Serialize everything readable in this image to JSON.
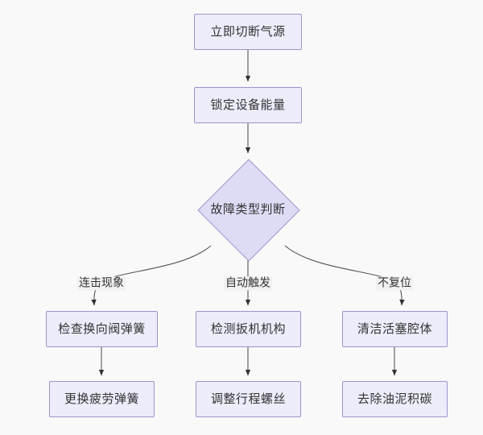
{
  "diagram": {
    "type": "flowchart",
    "direction": "top-down",
    "background_color": "#f9f9f9",
    "node_fill_color": "#ececfb",
    "decision_fill_color": "#dedcf5",
    "node_border_color": "#9f93cd",
    "edge_color": "#333333",
    "text_color": "#333333",
    "nodes": [
      {
        "id": "n1",
        "label": "立即切断气源",
        "shape": "rectangle"
      },
      {
        "id": "n2",
        "label": "锁定设备能量",
        "shape": "rectangle"
      },
      {
        "id": "n3",
        "label": "故障类型判断",
        "shape": "diamond"
      },
      {
        "id": "n4",
        "label": "检查换向阀弹簧",
        "shape": "rectangle"
      },
      {
        "id": "n5",
        "label": "检测扳机机构",
        "shape": "rectangle"
      },
      {
        "id": "n6",
        "label": "清洁活塞腔体",
        "shape": "rectangle"
      },
      {
        "id": "n7",
        "label": "更换疲劳弹簧",
        "shape": "rectangle"
      },
      {
        "id": "n8",
        "label": "调整行程螺丝",
        "shape": "rectangle"
      },
      {
        "id": "n9",
        "label": "去除油泥积碳",
        "shape": "rectangle"
      }
    ],
    "edge_labels": [
      {
        "id": "e1",
        "label": "连击现象"
      },
      {
        "id": "e2",
        "label": "自动触发"
      },
      {
        "id": "e3",
        "label": "不复位"
      }
    ]
  }
}
